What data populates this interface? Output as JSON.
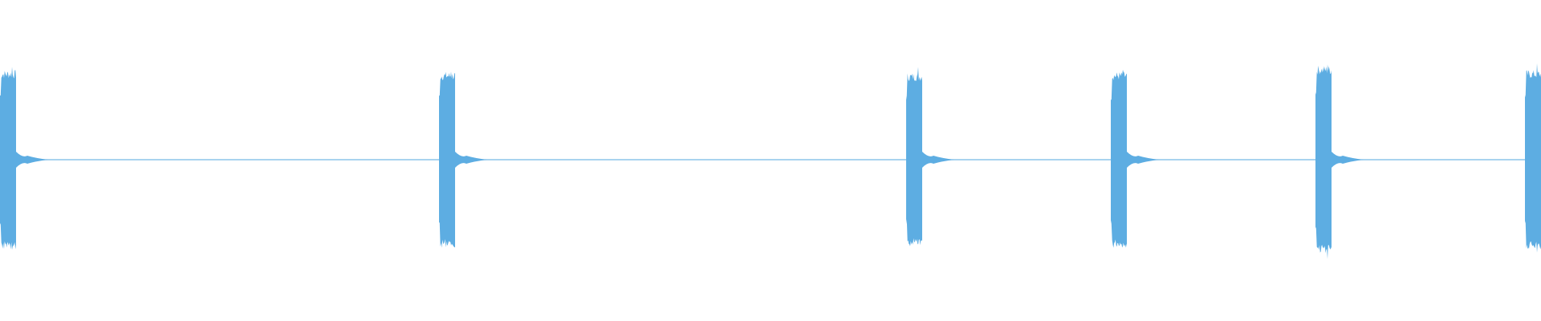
{
  "waveform": {
    "color": "#5DADE2",
    "background": "#FFFFFF",
    "bursts": [
      {
        "t": 0.0,
        "amplitude": 1.0
      },
      {
        "t": 0.288,
        "amplitude": 0.98
      },
      {
        "t": 0.591,
        "amplitude": 0.97
      },
      {
        "t": 0.724,
        "amplitude": 0.98
      },
      {
        "t": 0.857,
        "amplitude": 1.05
      },
      {
        "t": 0.997,
        "amplitude": 1.0
      }
    ],
    "baseline_level": 0.02
  }
}
